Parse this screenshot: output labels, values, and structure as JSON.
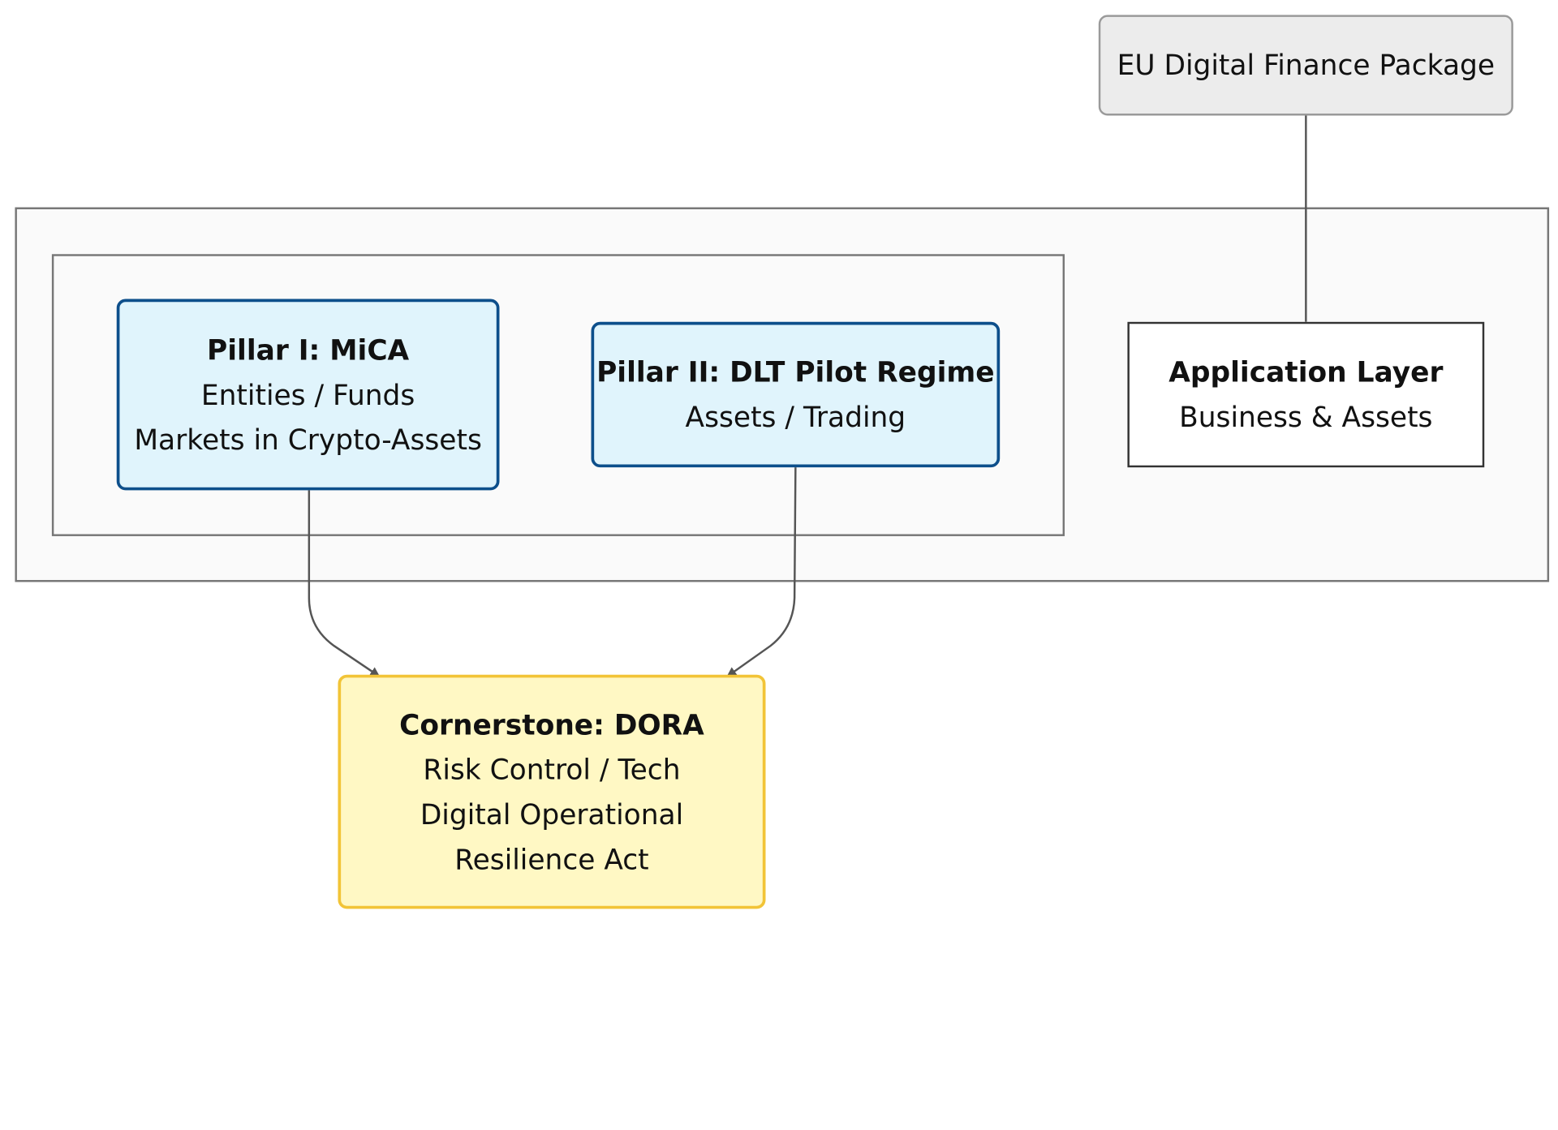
{
  "nodes": {
    "package": {
      "line1": "EU Digital Finance Package"
    },
    "mica": {
      "title": "Pillar I: MiCA",
      "line1": "Entities / Funds",
      "line2": "Markets in Crypto-Assets"
    },
    "dlt": {
      "title": "Pillar II: DLT Pilot Regime",
      "line1": "Assets / Trading"
    },
    "app": {
      "title": "Application Layer",
      "line1": "Business & Assets"
    },
    "dora": {
      "title": "Cornerstone: DORA",
      "line1": "Risk Control / Tech",
      "line2": "Digital Operational",
      "line3": "Resilience Act"
    }
  },
  "edges": [
    {
      "from": "package",
      "to": "app",
      "arrow": false
    },
    {
      "from": "mica",
      "to": "dora",
      "arrow": true
    },
    {
      "from": "dlt",
      "to": "dora",
      "arrow": true
    }
  ],
  "colors": {
    "pillar_fill": "#e0f4fc",
    "pillar_border": "#0d4f8b",
    "cornerstone_fill": "#fff8c4",
    "cornerstone_border": "#f2c437",
    "package_fill": "#ececec",
    "edge": "#555555"
  }
}
